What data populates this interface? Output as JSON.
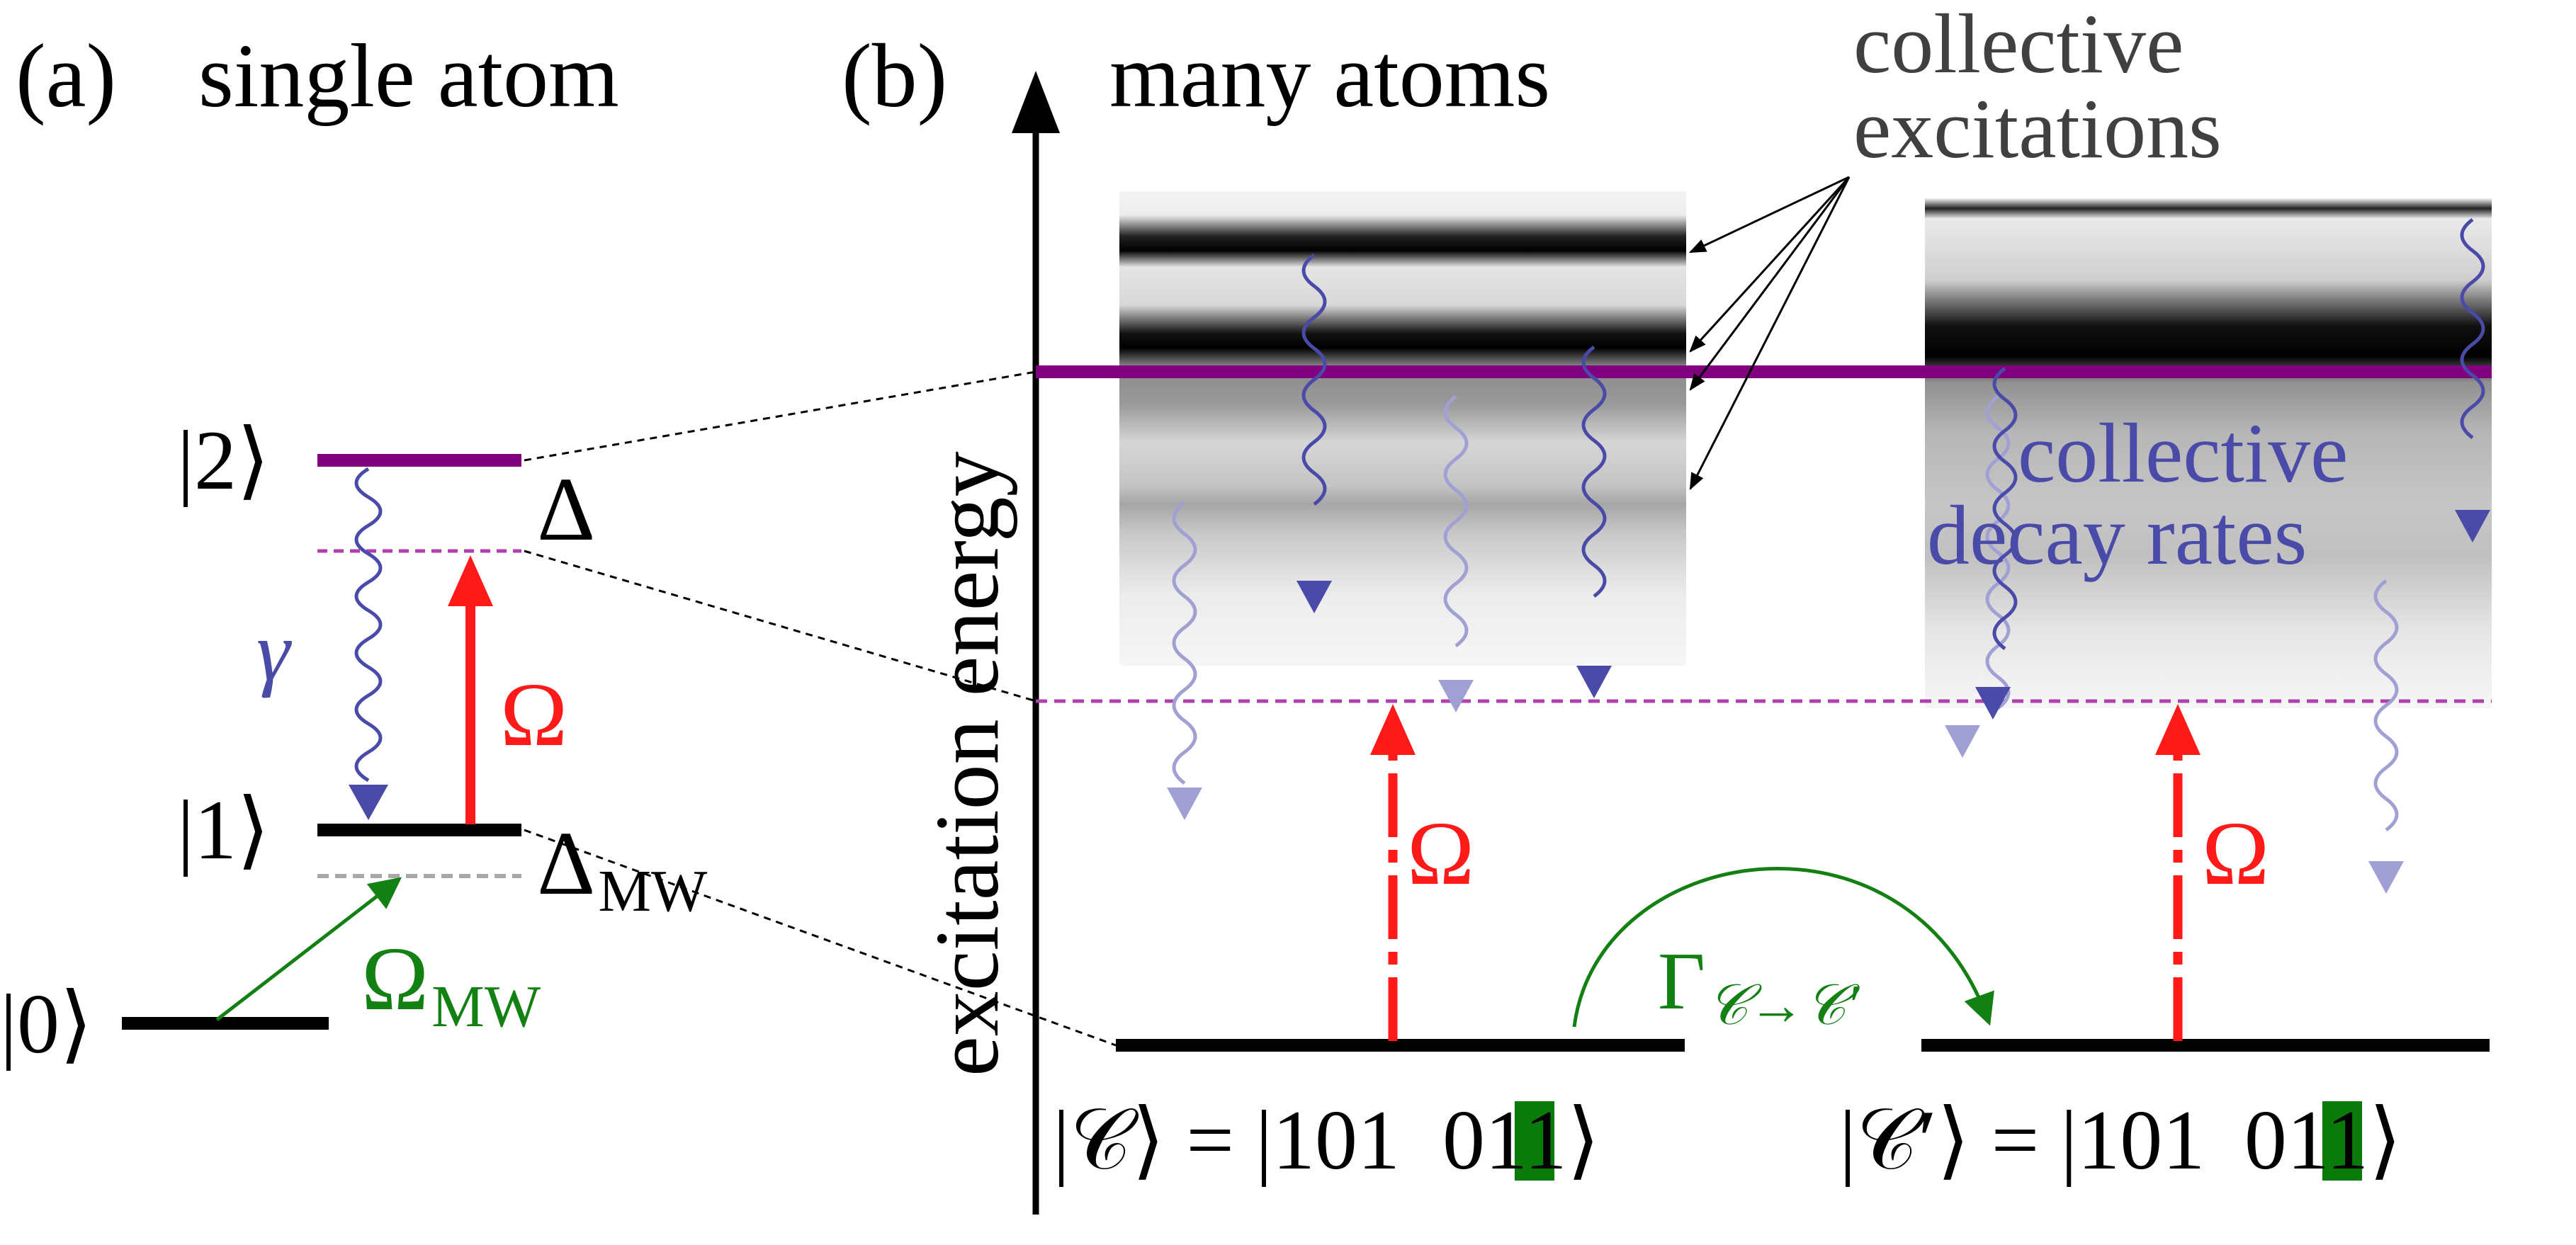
{
  "panel_a": {
    "label": "(a)",
    "title": "single atom",
    "levels": {
      "ket2": "|2⟩",
      "ket1": "|1⟩",
      "ket0": "|0⟩"
    },
    "detuning": "Δ",
    "detuning_mw": "Δ",
    "detuning_mw_sub": "MW",
    "decay": "γ",
    "rabi": "Ω",
    "rabi_mw": "Ω",
    "rabi_mw_sub": "MW"
  },
  "panel_b": {
    "label": "(b)",
    "title": "many atoms",
    "axis_label": "excitation energy",
    "collective_excitations": [
      "collective",
      "excitations"
    ],
    "collective_decay": [
      "collective",
      "decay rates"
    ],
    "rabi_left": "Ω",
    "rabi_right": "Ω",
    "transfer": "Γ",
    "transfer_sub": "𝒞→𝒞′",
    "state_left_prefix": "|𝒞⟩ = |101",
    "state_left_digit": "0",
    "state_left_suffix": "011⟩",
    "state_right_prefix": "|𝒞′⟩ = |101",
    "state_right_digit": "1",
    "state_right_suffix": "011⟩"
  },
  "colors": {
    "level_purple": "#800080",
    "dashed_purple": "#b040b0",
    "rabi_red": "#ff1a1a",
    "decay_blue": "#4a4aa8",
    "decay_blue_faint": "#a0a0d4",
    "mw_green": "#128012",
    "highlight_green": "#0a7a0a",
    "label_gray": "#404040"
  }
}
